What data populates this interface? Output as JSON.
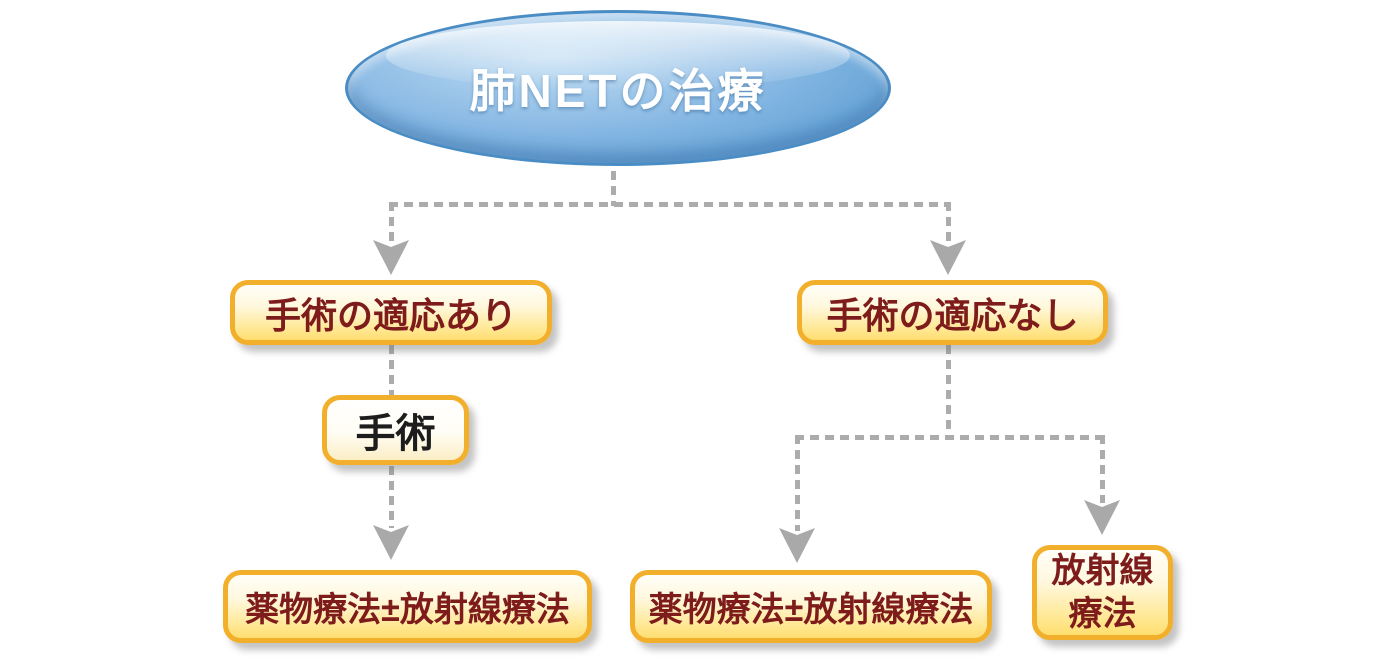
{
  "diagram": {
    "title": "肺NETの治療",
    "nodes": {
      "root": {
        "label": "肺NETの治療"
      },
      "surgery_indicated": {
        "label": "手術の適応あり"
      },
      "surgery_not_indicated": {
        "label": "手術の適応なし"
      },
      "surgery": {
        "label": "手術"
      },
      "drug_radiation_left": {
        "label": "薬物療法±放射線療法"
      },
      "drug_radiation_right": {
        "label": "薬物療法±放射線療法"
      },
      "radiation": {
        "label": "放射線療法",
        "lines": [
          "放射線",
          "療法"
        ]
      }
    },
    "edges": [
      {
        "from": "root",
        "to": "surgery_indicated",
        "style": "dashed-arrow"
      },
      {
        "from": "root",
        "to": "surgery_not_indicated",
        "style": "dashed-arrow"
      },
      {
        "from": "surgery_indicated",
        "to": "surgery",
        "style": "dashed"
      },
      {
        "from": "surgery",
        "to": "drug_radiation_left",
        "style": "dashed-arrow"
      },
      {
        "from": "surgery_not_indicated",
        "to": "drug_radiation_right",
        "style": "dashed-arrow"
      },
      {
        "from": "surgery_not_indicated",
        "to": "radiation",
        "style": "dashed-arrow"
      }
    ],
    "colors": {
      "node_border": "#F2AF2B",
      "node_fill_top": "#FFFEF8",
      "node_fill_bottom": "#FFDF70",
      "node_text": "#7E1B1B",
      "surgery_node_text": "#1D1D1D",
      "ellipse_fill": "#6BA7D9",
      "ellipse_border": "#4A8CC4",
      "ellipse_text": "#FFFFFF",
      "connector": "#ACACAC"
    }
  }
}
